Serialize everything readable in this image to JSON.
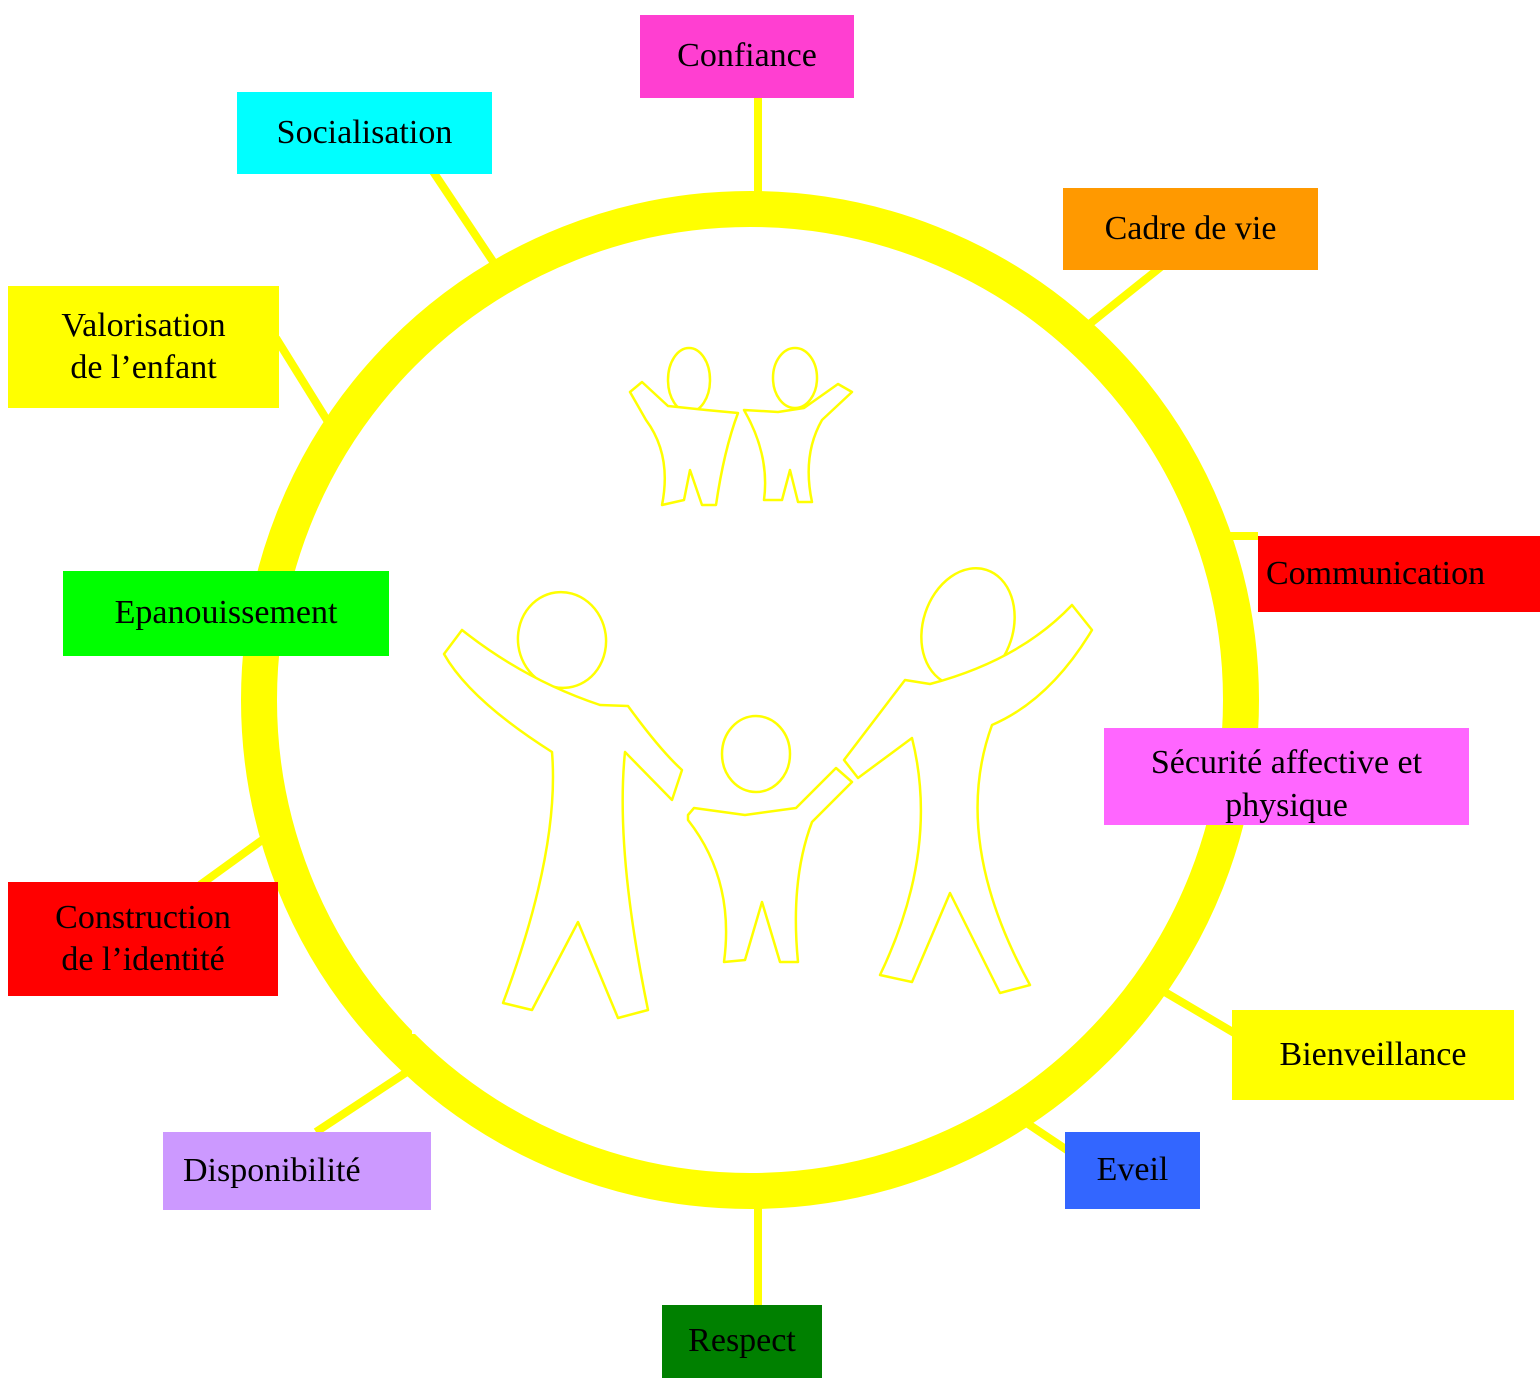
{
  "diagram": {
    "ring_color": "#ffff00",
    "center_figure": "family-icon",
    "labels": [
      {
        "id": "confiance",
        "lines": [
          "Confiance"
        ],
        "color": "#ff3fd1"
      },
      {
        "id": "socialisation",
        "lines": [
          "Socialisation"
        ],
        "color": "#00ffff"
      },
      {
        "id": "cadre",
        "lines": [
          "Cadre de vie"
        ],
        "color": "#ff9900"
      },
      {
        "id": "valorisation",
        "lines": [
          "Valorisation",
          "de l’enfant"
        ],
        "color": "#ffff00"
      },
      {
        "id": "communication",
        "lines": [
          "Communication"
        ],
        "color": "#ff0000"
      },
      {
        "id": "epanouissement",
        "lines": [
          "Epanouissement"
        ],
        "color": "#00ff00"
      },
      {
        "id": "securite",
        "lines": [
          "Sécurité affective et",
          "physique"
        ],
        "color": "#ff66ff"
      },
      {
        "id": "construction",
        "lines": [
          "Construction",
          "de l’identité"
        ],
        "color": "#ff0000"
      },
      {
        "id": "bienveillance",
        "lines": [
          "Bienveillance"
        ],
        "color": "#ffff00"
      },
      {
        "id": "disponibilite",
        "lines": [
          "Disponibilité"
        ],
        "color": "#cc99ff"
      },
      {
        "id": "eveil",
        "lines": [
          "Eveil"
        ],
        "color": "#3366ff"
      },
      {
        "id": "respect",
        "lines": [
          "Respect"
        ],
        "color": "#008000"
      }
    ]
  }
}
